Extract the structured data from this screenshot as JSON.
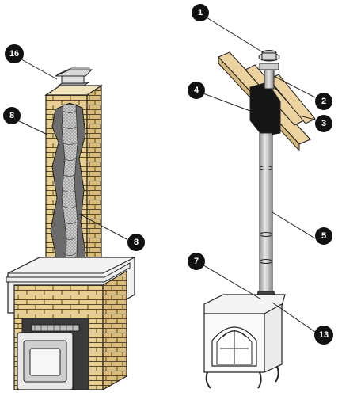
{
  "colors": {
    "brick": "#e8cf8f",
    "mortar": "#f4ead0",
    "outline": "#222222",
    "metal": "#cfcfcf",
    "metal_dark": "#8f8f8f",
    "wood": "#ecd3a0",
    "callout_bg": "#111111",
    "callout_fg": "#ffffff"
  },
  "callouts": {
    "c16": "16",
    "c8_top": "8",
    "c8_mid": "8",
    "c1": "1",
    "c2": "2",
    "c3": "3",
    "c4": "4",
    "c5": "5",
    "c7": "7",
    "c13": "13"
  }
}
